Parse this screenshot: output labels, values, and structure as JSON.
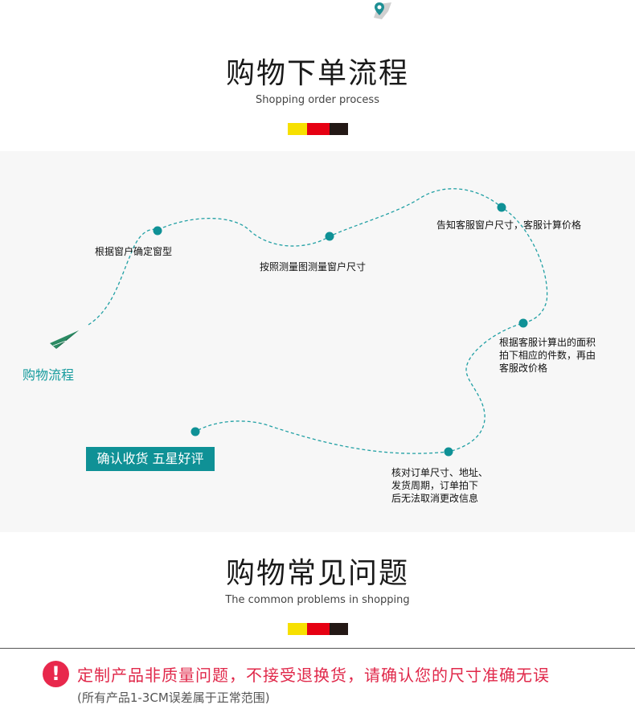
{
  "section1": {
    "title": "购物下单流程",
    "subtitle": "Shopping order process"
  },
  "section2": {
    "title": "购物常见问题",
    "subtitle": "The common problems in shopping"
  },
  "colorbar_colors": [
    "#f7e000",
    "#e60012",
    "#231815"
  ],
  "accent_color": "#159b9d",
  "flow": {
    "label": "购物流程",
    "steps": [
      {
        "lines": [
          "根据窗户确定窗型"
        ]
      },
      {
        "lines": [
          "按照测量图测量窗户尺寸"
        ]
      },
      {
        "lines": [
          "告知客服窗户尺寸，客服计算价格"
        ]
      },
      {
        "lines": [
          "根据客服计算出的面积",
          "拍下相应的件数，再由",
          "客服改价格"
        ]
      },
      {
        "lines": [
          "核对订单尺寸、地址、",
          "发货周期，订单拍下",
          "后无法取消更改信息"
        ]
      }
    ],
    "final_button": "确认收货 五星好评"
  },
  "notice": {
    "icon": "exclamation-icon",
    "main": "定制产品非质量问题，不接受退换货，请确认您的尺寸准确无误",
    "sub": "(所有产品1-3CM误差属于正常范围)"
  }
}
